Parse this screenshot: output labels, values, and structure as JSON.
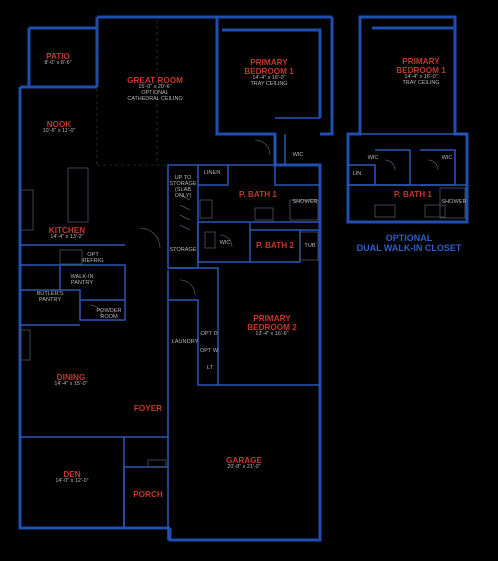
{
  "plan": {
    "patio": {
      "name": "PATIO",
      "dim": "8'-0\" x 8'-6\""
    },
    "great_room": {
      "name": "GREAT ROOM",
      "dim": "15'-0\" x 20'-6\"",
      "note1": "OPTIONAL",
      "note2": "CATHEDRAL CEILING"
    },
    "primary_bedroom_1": {
      "name1": "PRIMARY",
      "name2": "BEDROOM 1",
      "dim": "14'-4\" x 16'-0\"",
      "note": "TRAY CEILING"
    },
    "nook": {
      "name": "NOOK",
      "dim": "10'-6\" x 11'-0\""
    },
    "kitchen": {
      "name": "KITCHEN",
      "dim": "14'-4\" x 13'-2\""
    },
    "dining": {
      "name": "DINING",
      "dim": "14'-4\" x 15'-0\""
    },
    "den": {
      "name": "DEN",
      "dim": "14'-0\" x 12'-0\""
    },
    "foyer": "FOYER",
    "porch": "PORCH",
    "garage": {
      "name": "GARAGE",
      "dim": "20'-8\" x 21'-0\""
    },
    "primary_bedroom_2": {
      "name1": "PRIMARY",
      "name2": "BEDROOM 2",
      "dim": "13'-4\" x 16'-6\""
    },
    "p_bath_1": "P. BATH 1",
    "p_bath_2": "P. BATH 2",
    "labels": {
      "wic": "WIC",
      "wic2": "WIC",
      "linen": "LINEN",
      "shower": "SHOWER",
      "tub": "TUB",
      "storage": "STORAGE",
      "up_storage_1": "UP TO",
      "up_storage_2": "STORAGE",
      "up_storage_3": "(SLAB",
      "up_storage_4": "ONLY)",
      "opt_refrig_1": "OPT",
      "opt_refrig_2": "REFRIG",
      "walk_in_1": "WALK-IN",
      "walk_in_2": "PANTRY",
      "butlers_1": "BUTLER'S",
      "butlers_2": "PANTRY",
      "powder_1": "POWDER",
      "powder_2": "ROOM",
      "laundry": "LAUNDRY",
      "opt_d": "OPT D",
      "opt_w": "OPT W",
      "lt": "LT"
    }
  },
  "inset": {
    "bedroom": {
      "name1": "PRIMARY",
      "name2": "BEDROOM 1",
      "dim": "14'-4\" x 16'-0\"",
      "note": "TRAY CEILING"
    },
    "wic_left": "WIC",
    "wic_right": "WIC",
    "lin": "LIN",
    "p_bath_1": "P. BATH 1",
    "shower": "SHOWER",
    "caption1": "OPTIONAL",
    "caption2": "DUAL WALK-IN CLOSET"
  },
  "colors": {
    "wall": "#1f4fae",
    "room_name": "#c0392b",
    "caption": "#2f5ec4",
    "dims": "#b8b8b8"
  }
}
